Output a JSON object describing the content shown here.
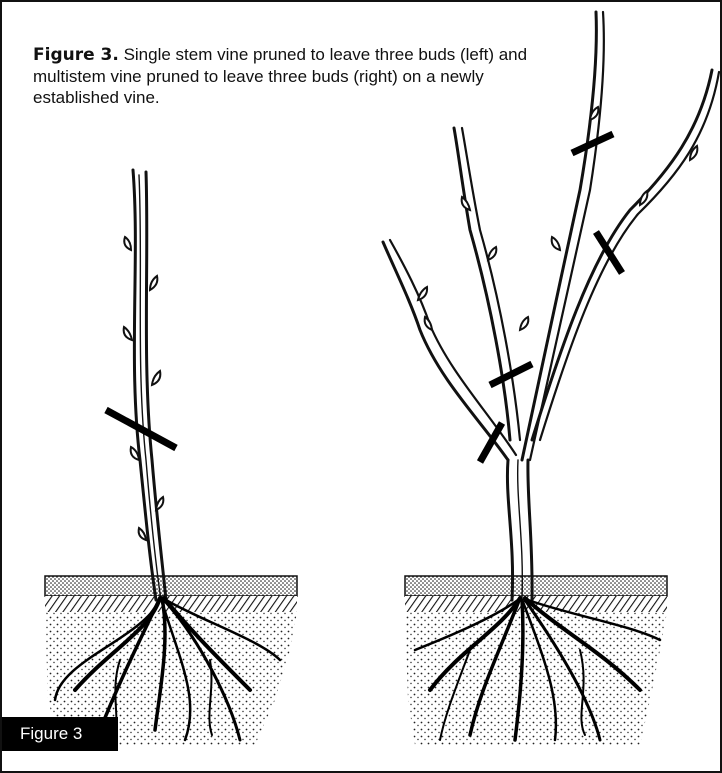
{
  "caption": {
    "label": "Figure 3.",
    "text": " Single stem vine pruned to leave three buds (left) and multistem vine pruned to leave three buds (right) on a newly established vine."
  },
  "badge": {
    "text": "Figure 3"
  },
  "colors": {
    "ink": "#111111",
    "paper": "#ffffff",
    "badge_bg": "#000000",
    "badge_fg": "#ffffff"
  },
  "illustrations": [
    {
      "name": "single-stem-vine",
      "cut_marks": 1
    },
    {
      "name": "multistem-vine",
      "cut_marks": 4
    }
  ]
}
